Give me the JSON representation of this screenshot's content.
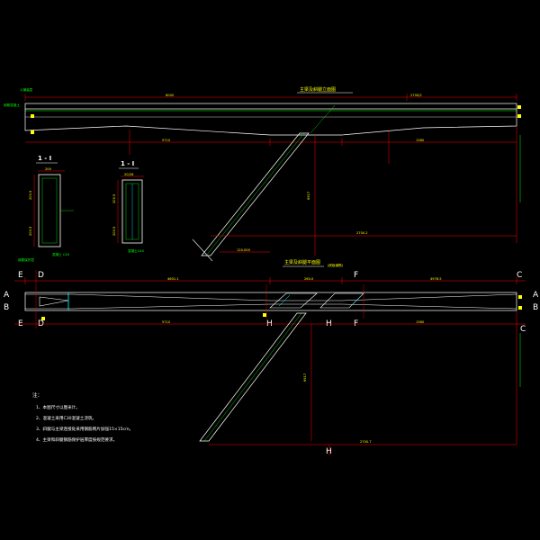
{
  "colors": {
    "background": "#000000",
    "outline": "#ffffff",
    "dimension": "#ff0000",
    "text": "#ffff00",
    "rebar": "#00ff00",
    "highlight": "#00ffff"
  },
  "elevation": {
    "title": "主梁及斜腿立面图",
    "dim_top_left": "6000",
    "dim_top_right": "2700/2",
    "dim_bottom_left": "5710",
    "dim_bottom_right": "1360",
    "dim_leg_height": "6917",
    "dim_leg_base": "2700.2",
    "dim_leg_foot": "120.000",
    "side_label_top": "1/铺装层",
    "side_label_mid": "钢筋混凝土"
  },
  "section_1": {
    "title": "1 - I",
    "width": "200",
    "height_top": "200.5",
    "height_bottom": "200.5",
    "bottom_label": "混凝土 C40",
    "side_label": "钢筋保护层"
  },
  "section_2": {
    "title": "1 - I",
    "width": "20/28",
    "height_top": "200.5",
    "height_bottom": "200.5",
    "bottom_label": "混凝土C40"
  },
  "plan": {
    "title": "主梁及斜腿平面图",
    "subtitle": "(底板钢筋)",
    "dim_top_left": "4601.1",
    "dim_top_mid": "260.0",
    "dim_top_right": "4978.5",
    "dim_bottom_left": "5710",
    "dim_bottom_right": "1360",
    "dim_leg_height": "6917",
    "dim_leg_base": "2700.7",
    "section_marks": [
      "A",
      "B",
      "C",
      "D",
      "E",
      "F",
      "H"
    ]
  },
  "notes": {
    "heading": "注：",
    "items": [
      "1、本图尺寸以厘米计。",
      "2、混凝土采用C30混凝土浇筑。",
      "3、斜腿与主梁连接处采用钢筋网片加强15×15cm。",
      "4、主梁和斜腿钢筋保护层厚度按规范要求。"
    ]
  }
}
